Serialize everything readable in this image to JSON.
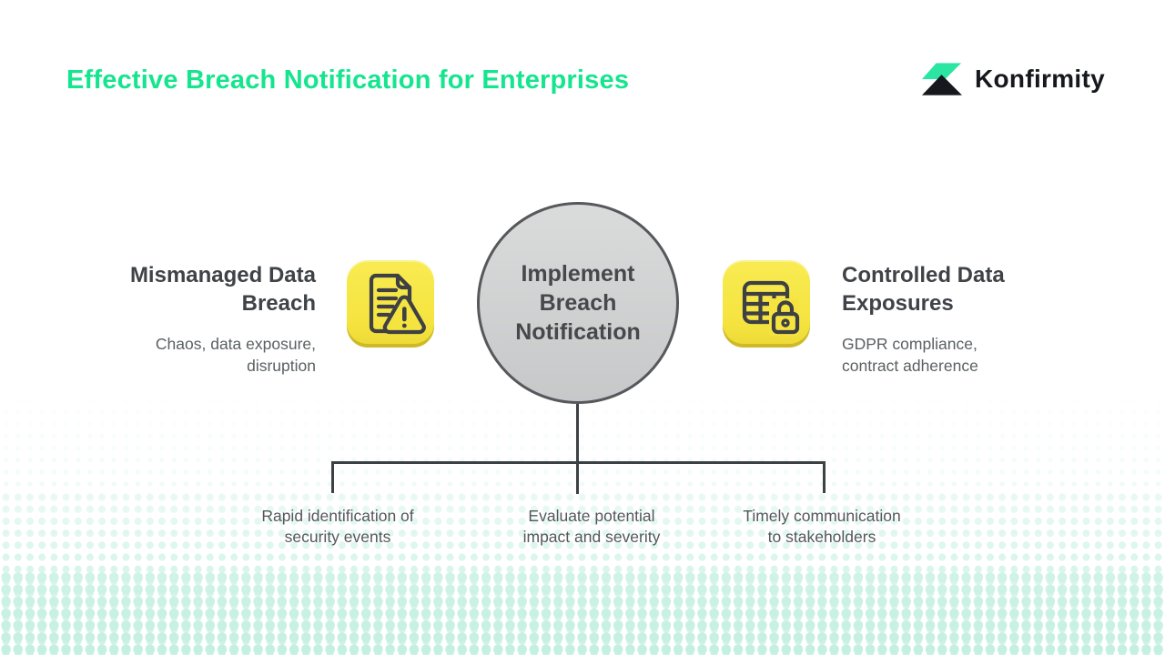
{
  "header": {
    "title": "Effective Breach Notification for Enterprises",
    "brand": "Konfirmity"
  },
  "diagram": {
    "center": {
      "label": "Implement Breach Notification"
    },
    "left": {
      "title": "Mismanaged Data Breach",
      "subtitle": "Chaos, data exposure, disruption",
      "icon": "document-warning-icon"
    },
    "right": {
      "title": "Controlled Data Exposures",
      "subtitle": "GDPR compliance, contract adherence",
      "icon": "table-lock-icon"
    },
    "steps": [
      {
        "label": "Rapid identification of security events"
      },
      {
        "label": "Evaluate potential impact and severity"
      },
      {
        "label": "Timely communication to stakeholders"
      }
    ]
  },
  "icons": {
    "brand": "konfirmity-mark-icon",
    "left_tile": "document-warning-icon",
    "right_tile": "table-lock-icon"
  },
  "colors": {
    "accent_green": "#15E58E",
    "logo_green": "#2BE5A2",
    "logo_black": "#16181D",
    "tile_yellow": "#F5E440",
    "icon_stroke": "#3E4043",
    "circle_fill": "#CFD0D1",
    "circle_border": "#56585B",
    "heading_text": "#3F4347",
    "subtitle_text": "#5B6063",
    "step_text": "#54585B",
    "connector": "#3E4144",
    "halftone_mint": "#CDF2E5"
  }
}
